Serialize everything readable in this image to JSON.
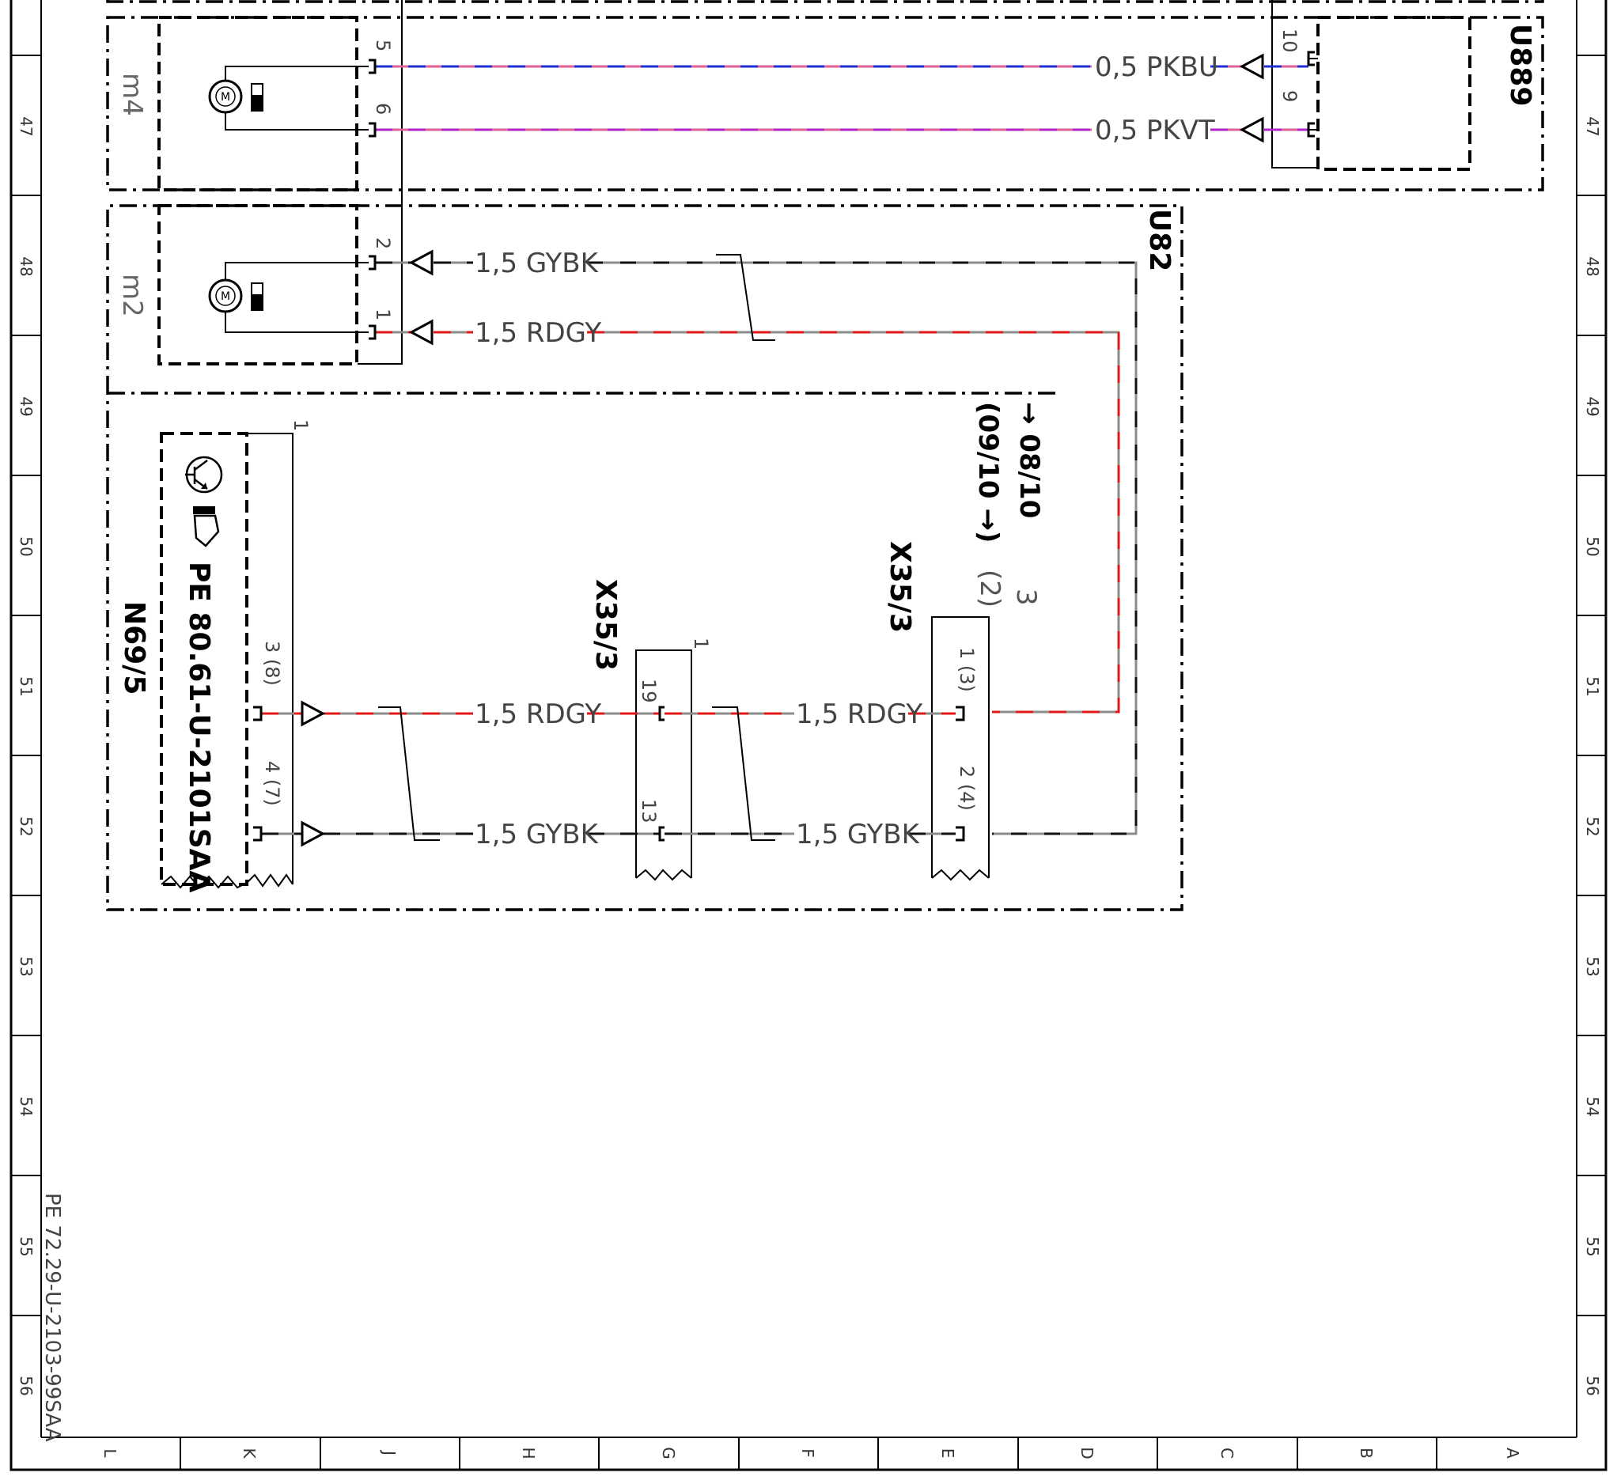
{
  "grid": {
    "rows": [
      "47",
      "48",
      "49",
      "50",
      "51",
      "52",
      "53",
      "54",
      "55",
      "56"
    ],
    "columns": [
      "L",
      "K",
      "J",
      "H",
      "G",
      "F",
      "E",
      "D",
      "C",
      "B",
      "A"
    ]
  },
  "document_ref": "PE 72.29-U-2103-99SAA",
  "components": {
    "m4": "m4",
    "m2": "m2",
    "u889": "U889",
    "u82": "U82",
    "n69_5": "N69/5",
    "n69_5_doc": "PE 80.61-U-2101SAA",
    "x35_3_a": "X35/3",
    "x35_3_b": "X35/3"
  },
  "pins": {
    "m4_5": "5",
    "m4_6": "6",
    "m2_2": "2",
    "m2_1": "1",
    "u889_10": "10",
    "u889_9": "9",
    "n69_1": "1",
    "n69_3": "3 (8)",
    "n69_4": "4 (7)",
    "xa_1": "1",
    "xa_19": "19",
    "xa_13": "13",
    "xb_3": "3",
    "xb_2": "(2)",
    "xb_1": "1 (3)",
    "xb_24": "2 (4)"
  },
  "cross_refs": {
    "top": "→ 08/10",
    "bottom": "(09/10 →)"
  },
  "wires": [
    {
      "id": "m4-5",
      "label": "0,5 PKBU",
      "colors": [
        "#e0609a",
        "#1f2fd0"
      ]
    },
    {
      "id": "m4-6",
      "label": "0,5 PKVT",
      "colors": [
        "#e0609a",
        "#b024c8"
      ]
    },
    {
      "id": "m2-2",
      "label": "1,5 GYBK",
      "colors": [
        "#8c8c8c",
        "#111111"
      ]
    },
    {
      "id": "m2-1",
      "label": "1,5 RDGY",
      "colors": [
        "#8c8c8c",
        "#e01818"
      ]
    },
    {
      "id": "n69-3",
      "label": "1,5 RDGY",
      "colors": [
        "#8c8c8c",
        "#e01818"
      ]
    },
    {
      "id": "n69-4",
      "label": "1,5 GYBK",
      "colors": [
        "#8c8c8c",
        "#111111"
      ]
    },
    {
      "id": "x35-19",
      "label": "1,5 RDGY",
      "colors": [
        "#8c8c8c",
        "#e01818"
      ]
    },
    {
      "id": "x35-13",
      "label": "1,5 GYBK",
      "colors": [
        "#8c8c8c",
        "#111111"
      ]
    }
  ]
}
